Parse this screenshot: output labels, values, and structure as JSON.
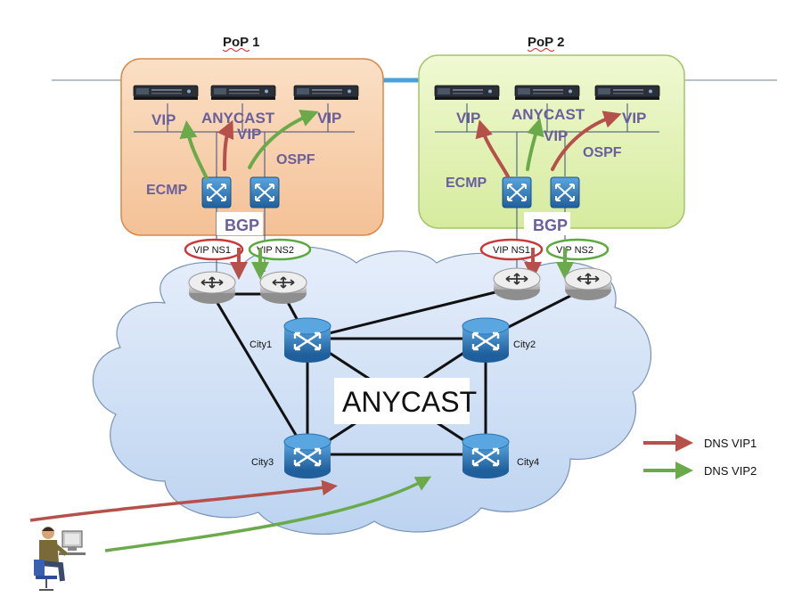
{
  "pops": [
    {
      "title": "PoP 1",
      "vip_left": "VIP",
      "anycast": "ANYCAST",
      "vip_mid": "VIP",
      "vip_right": "VIP",
      "ospf": "OSPF",
      "ecmp": "ECMP",
      "bgp": "BGP",
      "ns1": "VIP NS1",
      "ns2": "VIP NS2"
    },
    {
      "title": "PoP 2",
      "vip_left": "VIP",
      "anycast": "ANYCAST",
      "vip_mid": "VIP",
      "vip_right": "VIP",
      "ospf": "OSPF",
      "ecmp": "ECMP",
      "bgp": "BGP",
      "ns1": "VIP NS1",
      "ns2": "VIP NS2"
    }
  ],
  "cities": [
    "City1",
    "City2",
    "City3",
    "City4"
  ],
  "cloud_label": "ANYCAST",
  "legend": [
    {
      "label": "DNS VIP1",
      "color": "#b5504a"
    },
    {
      "label": "DNS VIP2",
      "color": "#6aaa4a"
    }
  ],
  "colors": {
    "pop1_fill": "#f8cfa8",
    "pop2_fill": "#e2f2b8",
    "cloud_fill": "#cfe0f6",
    "router_blue": "#2e7dc0",
    "red_path": "#b5504a",
    "green_path": "#6aaa4a",
    "label_purple": "#6a5e9c"
  }
}
